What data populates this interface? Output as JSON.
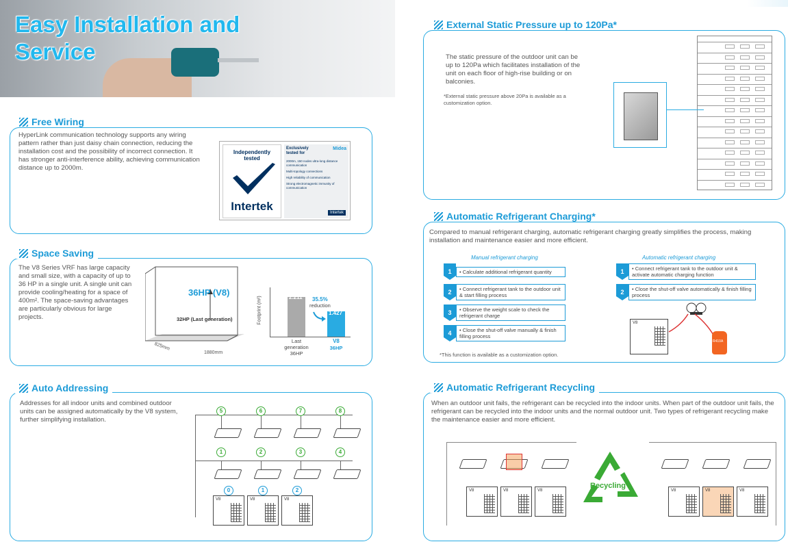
{
  "hero": {
    "title_line1": "Easy Installation and",
    "title_line2": "Service"
  },
  "free_wiring": {
    "title": "Free Wiring",
    "text": "HyperLink communication technology supports any wiring pattern rather than just daisy chain connection, reducing the installation cost and the possibility of incorrect connection. It has stronger anti-interference ability, achieving communication distance up to 2000m.",
    "cert": {
      "left_title": "Independently tested",
      "brand": "Intertek",
      "right_title": "Exclusively tested for",
      "midea": "Midea",
      "items": [
        "2000m, 150 nodes ultra-long distance communication",
        "Multi-topology connections",
        "High reliability of communication",
        "Strong electromagnetic immunity of communication"
      ],
      "foot": "Intertek"
    }
  },
  "space_saving": {
    "title": "Space Saving",
    "text": "The V8 Series VRF has large capacity and small size, with a capacity of up to 36 HP in a single unit. A single unit can provide cooling/heating for a space of 400m². The space-saving advantages are particularly obvious for large projects.",
    "label_v8": "36HP (V8)",
    "label_last": "32HP (Last generation)",
    "dim_depth": "825mm",
    "dim_width": "1880mm",
    "chart_ylabel": "Footprint (m²)",
    "bar_last_value": "2.211",
    "bar_v8_value": "1.427",
    "reduction_pct": "35.5%",
    "reduction_word": "reduction",
    "bar_last_label": "Last generation 36HP",
    "bar_v8_label1": "V8",
    "bar_v8_label2": "36HP"
  },
  "auto_addressing": {
    "title": "Auto Addressing",
    "text": "Addresses for all indoor units and combined outdoor units can be assigned automatically by the V8 system, further simplifying installation.",
    "row1": [
      "5",
      "6",
      "7",
      "8"
    ],
    "row2": [
      "1",
      "2",
      "3",
      "4"
    ],
    "outdoor": [
      "0",
      "1",
      "2"
    ],
    "unit_label": "V8"
  },
  "static_pressure": {
    "title": "External Static Pressure up to 120Pa*",
    "text": "The static pressure of the outdoor unit can be up to 120Pa which facilitates installation of the unit on each floor of high-rise building or on balconies.",
    "note": "*External static pressure above 20Pa is available as a customization option."
  },
  "refrigerant_charging": {
    "title": "Automatic Refrigerant Charging*",
    "intro": "Compared to manual refrigerant charging, automatic refrigerant charging greatly simplifies the process, making installation and maintenance easier and more efficient.",
    "manual_title": "Manual refrigerant charging",
    "manual_steps": [
      {
        "n": "1",
        "t": "• Calculate additional refrigerant quantity"
      },
      {
        "n": "2",
        "t": "• Connect refrigerant tank to the outdoor unit & start filling process"
      },
      {
        "n": "3",
        "t": "• Observe the weight scale to check the refrigerant charge"
      },
      {
        "n": "4",
        "t": "• Close the shut-off valve manually & finish filling process"
      }
    ],
    "auto_title": "Automatic refrigerant charging",
    "auto_steps": [
      {
        "n": "1",
        "t": "• Connect refrigerant tank to the outdoor unit & activate automatic charging function"
      },
      {
        "n": "2",
        "t": "• Close the shut-off valve automatically & finish filling process"
      }
    ],
    "tank_label": "R410A",
    "unit_label": "V8",
    "note": "*This function is available as a customization option."
  },
  "refrigerant_recycling": {
    "title": "Automatic Refrigerant Recycling",
    "text": "When an outdoor unit fails, the refrigerant can be recycled into the indoor units. When part of the outdoor unit fails, the refrigerant can be recycled into the indoor units and the normal outdoor unit. Two types of refrigerant recycling make the maintenance easier and more efficient.",
    "recycling_label": "Recycling",
    "unit_label": "V8"
  },
  "colors": {
    "accent": "#1c9bd7",
    "green": "#3aaa35",
    "orange": "#f4a460"
  }
}
